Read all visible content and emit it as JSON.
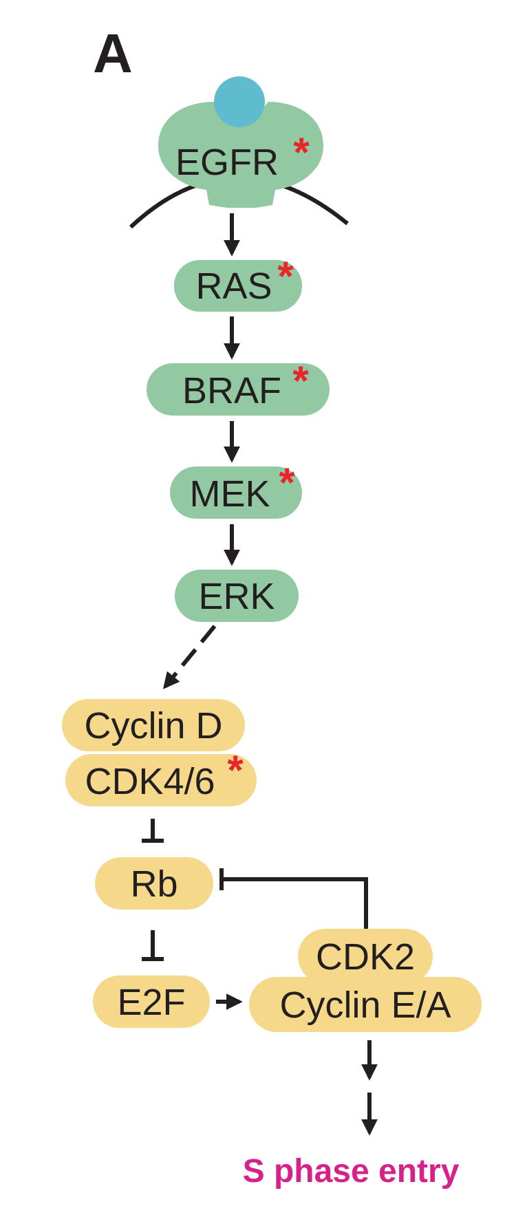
{
  "panel_label": "A",
  "nodes": {
    "egfr": {
      "label": "EGFR",
      "mark": "*"
    },
    "ras": {
      "label": "RAS",
      "mark": "*"
    },
    "braf": {
      "label": "BRAF",
      "mark": "*"
    },
    "mek": {
      "label": "MEK",
      "mark": "*"
    },
    "erk": {
      "label": "ERK"
    },
    "cyclin_d": {
      "label": "Cyclin D"
    },
    "cdk46": {
      "label": "CDK4/6",
      "mark": "*"
    },
    "rb": {
      "label": "Rb"
    },
    "e2f": {
      "label": "E2F"
    },
    "cdk2": {
      "label": "CDK2"
    },
    "cyclin_ea": {
      "label": "Cyclin E/A"
    }
  },
  "outcome": "S phase entry",
  "colors": {
    "mapk_node": "#93c9a2",
    "cell_cycle_node": "#f5d889",
    "ligand": "#5fbccf",
    "arrow": "#231f20",
    "star": "#e8262a",
    "outcome": "#d6218a"
  }
}
